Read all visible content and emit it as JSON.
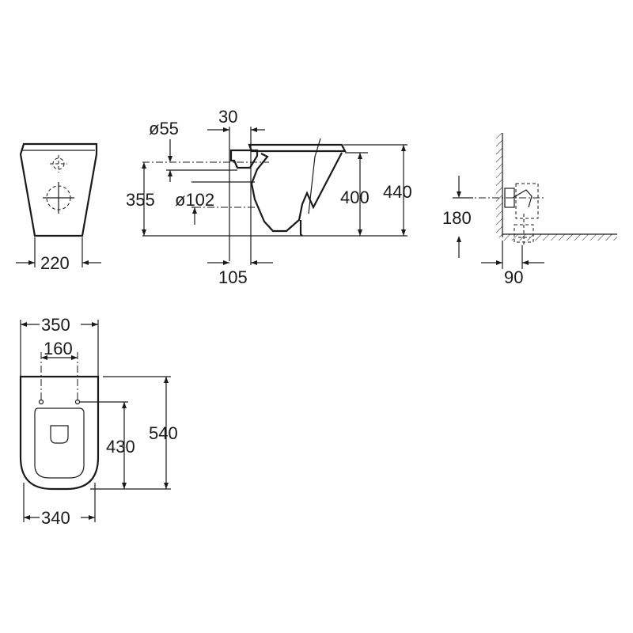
{
  "dimensions": {
    "front_width": "220",
    "side_d55": "ø55",
    "side_30": "30",
    "side_355": "355",
    "side_d102": "ø102",
    "side_400": "400",
    "side_440": "440",
    "side_105": "105",
    "wall_180": "180",
    "wall_90": "90",
    "top_350": "350",
    "top_160": "160",
    "top_430": "430",
    "top_540": "540",
    "top_340": "340"
  }
}
